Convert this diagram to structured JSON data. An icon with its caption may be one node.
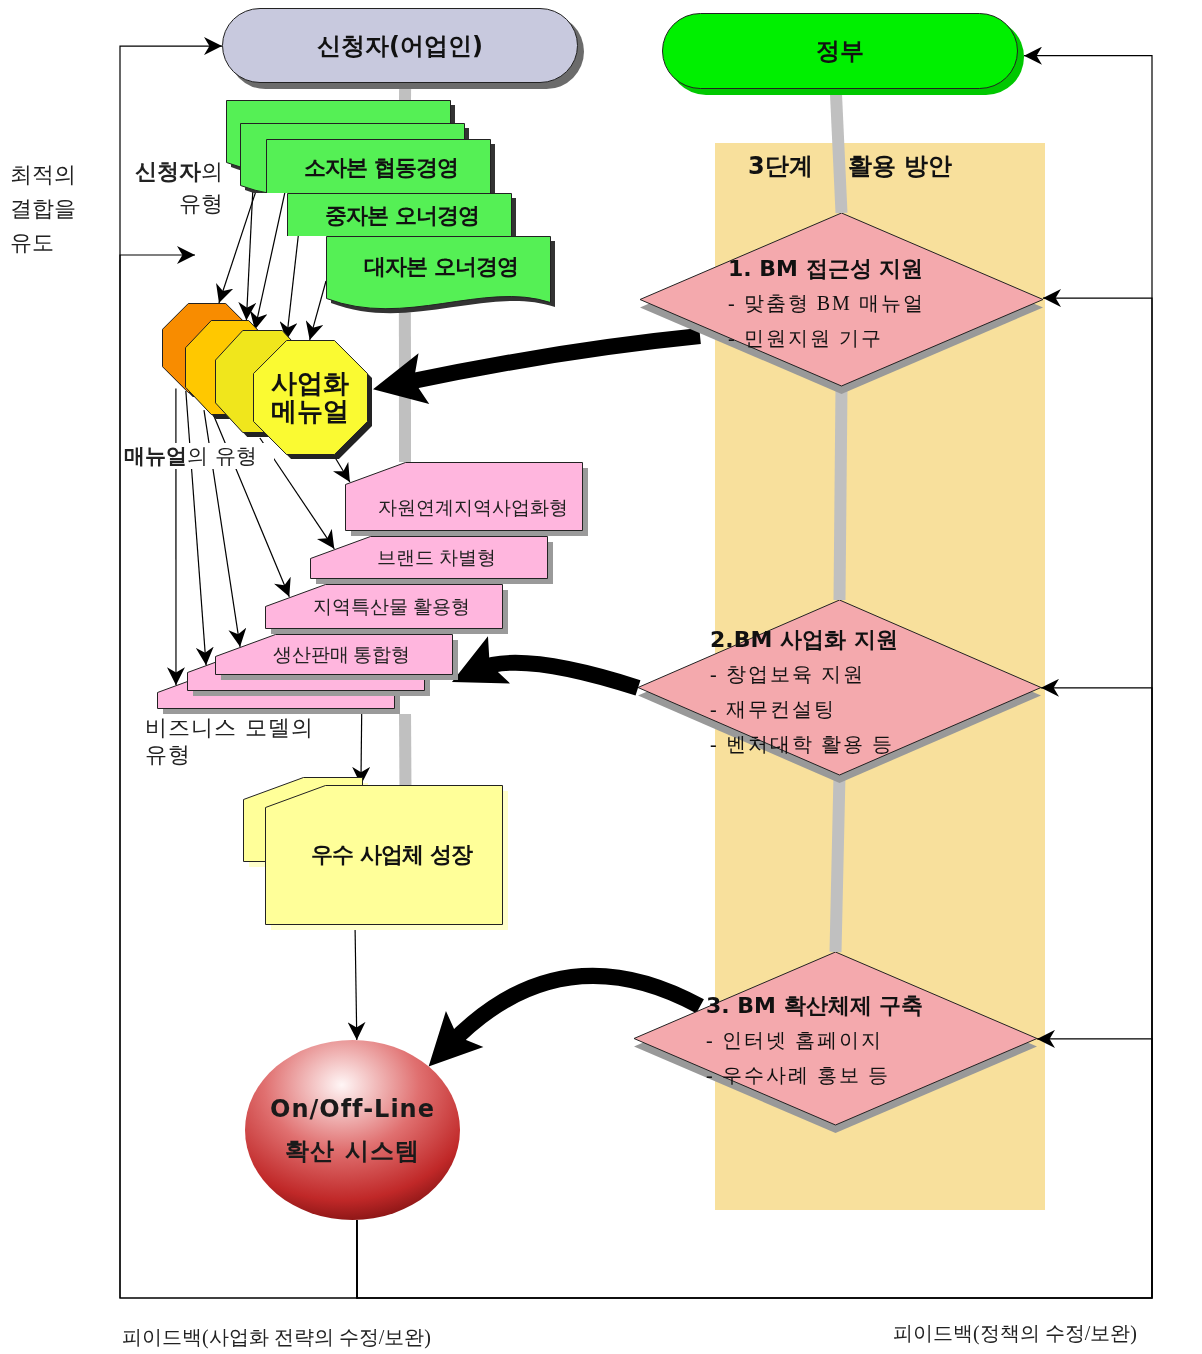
{
  "diagram": {
    "nodes": [
      {
        "text": [
          "신청자(어업인)"
        ]
      },
      {
        "text": [
          "정부"
        ]
      },
      {
        "text": [
          "1. BM 접근성 지원",
          "- 맞춤형 BM 매뉴얼",
          "- 민원지원 기구"
        ]
      },
      {
        "text": [
          "2.BM 사업화 지원",
          "- 창업보육 지원",
          "- 재무컨설팅",
          "- 벤처대학 활용 등"
        ]
      },
      {
        "text": [
          "3. BM 확산체제 구축",
          "- 인터넷 홈페이지",
          "- 우수사례 홍보 등"
        ]
      },
      {
        "text": [
          "소자본 협동경영"
        ]
      },
      {
        "text": [
          "중자본 오너경영"
        ]
      },
      {
        "text": [
          "대자본 오너경영"
        ]
      },
      {
        "text": [
          "사업화 메뉴얼"
        ]
      },
      {
        "text": [
          "자원연계지역사업화형"
        ]
      },
      {
        "text": [
          "브랜드 차별형"
        ]
      },
      {
        "text": [
          "지역특산물 활용형"
        ]
      },
      {
        "text": [
          "생산판매 통합형"
        ]
      },
      {
        "text": [
          "우수 사업체 성장"
        ]
      },
      {
        "text": [
          "On/Off-Line 확산 시스템"
        ]
      }
    ],
    "edges": [
      {
        "from": 0,
        "to": 5,
        "arrow": "none",
        "style": "thick",
        "color": "#c0c0c0"
      },
      {
        "from": 7,
        "to": 9,
        "arrow": "none",
        "style": "thick",
        "color": "#c0c0c0"
      },
      {
        "from": 12,
        "to": 13,
        "arrow": "none",
        "style": "thick",
        "color": "#c0c0c0"
      },
      {
        "from": 1,
        "to": 2,
        "arrow": "none",
        "style": "thick",
        "color": "#c0c0c0"
      },
      {
        "from": 2,
        "to": 3,
        "arrow": "none",
        "style": "thick",
        "color": "#c0c0c0"
      },
      {
        "from": 3,
        "to": 4,
        "arrow": "none",
        "style": "thick",
        "color": "#c0c0c0"
      },
      {
        "from": 2,
        "to": 8,
        "arrow": "to",
        "style": "thick"
      },
      {
        "from": 3,
        "to": 12,
        "arrow": "to",
        "style": "thick"
      },
      {
        "from": 4,
        "to": 14,
        "arrow": "to",
        "style": "thick"
      },
      {
        "from": 5,
        "to": 8,
        "arrow": "to"
      },
      {
        "from": 5,
        "to": 8,
        "arrow": "to"
      },
      {
        "from": 5,
        "to": 8,
        "arrow": "to"
      },
      {
        "from": 6,
        "to": 8,
        "arrow": "to"
      },
      {
        "from": 7,
        "to": 8,
        "arrow": "to"
      },
      {
        "from": 8,
        "to": 12,
        "arrow": "to"
      },
      {
        "from": 8,
        "to": 12,
        "arrow": "to"
      },
      {
        "from": 8,
        "to": 12,
        "arrow": "to"
      },
      {
        "from": 8,
        "to": 11,
        "arrow": "to"
      },
      {
        "from": 8,
        "to": 10,
        "arrow": "to"
      },
      {
        "from": 8,
        "to": 9,
        "arrow": "to"
      },
      {
        "from": 12,
        "to": 13,
        "arrow": "to"
      },
      {
        "from": 13,
        "to": 14,
        "arrow": "to"
      },
      {
        "from": 14,
        "to": 0,
        "arrow": "to"
      },
      {
        "from": 14,
        "to": null,
        "arrow": "to"
      },
      {
        "from": 14,
        "to": 1,
        "arrow": "to"
      },
      {
        "from": 14,
        "to": 2,
        "arrow": "to"
      },
      {
        "from": 14,
        "to": 3,
        "arrow": "to"
      },
      {
        "from": 14,
        "to": 4,
        "arrow": "to"
      }
    ],
    "labels": [
      "최적의 결합을 유도",
      "**신청자**의 유형",
      "3단계",
      "활용 방안",
      "**매뉴얼**의 유형",
      "비즈니스 모델의 유형",
      "피이드백(사업화 전략의 수정/보완)",
      "피이드백(정책의 수정/보완)"
    ]
  }
}
